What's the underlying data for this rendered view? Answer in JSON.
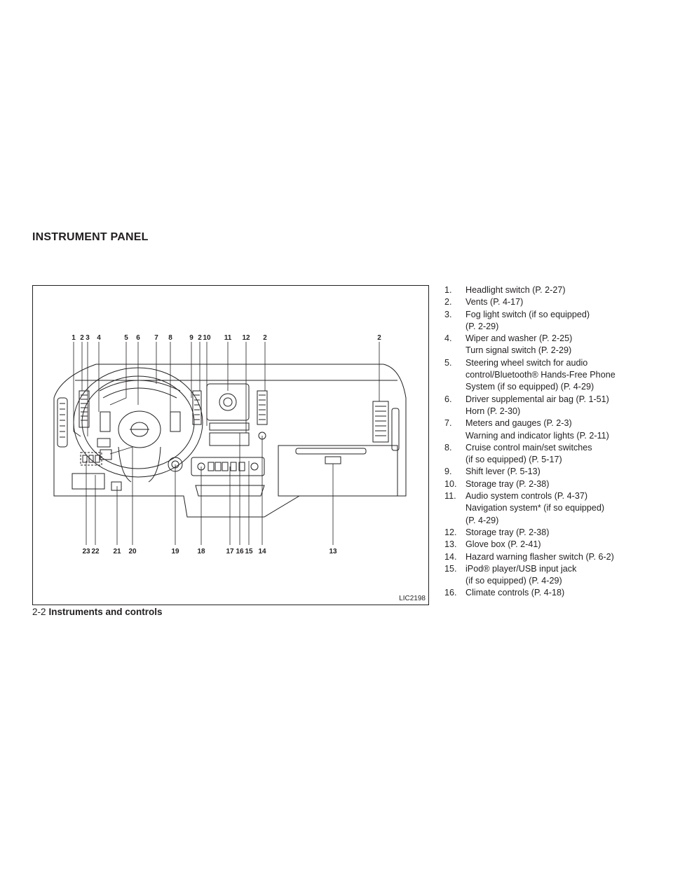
{
  "section_title": "INSTRUMENT PANEL",
  "figure": {
    "code": "LIC2198",
    "top_callouts": [
      "1",
      "2",
      "3",
      "4",
      "5",
      "6",
      "7",
      "8",
      "9",
      "2",
      "10",
      "11",
      "12",
      "2",
      "2"
    ],
    "bottom_callouts": [
      "23",
      "22",
      "21",
      "20",
      "19",
      "18",
      "17",
      "16",
      "15",
      "14",
      "13"
    ]
  },
  "items": [
    {
      "num": "1.",
      "lines": [
        "Headlight switch (P. 2-27)"
      ]
    },
    {
      "num": "2.",
      "lines": [
        "Vents (P. 4-17)"
      ]
    },
    {
      "num": "3.",
      "lines": [
        "Fog light switch (if so equipped)",
        "(P. 2-29)"
      ]
    },
    {
      "num": "4.",
      "lines": [
        "Wiper and washer (P. 2-25)",
        "Turn signal switch (P. 2-29)"
      ]
    },
    {
      "num": "5.",
      "lines": [
        "Steering wheel switch for audio",
        "control/Bluetooth® Hands-Free Phone",
        "System (if so equipped) (P. 4-29)"
      ]
    },
    {
      "num": "6.",
      "lines": [
        "Driver supplemental air bag (P. 1-51)",
        "Horn (P. 2-30)"
      ]
    },
    {
      "num": "7.",
      "lines": [
        "Meters and gauges (P. 2-3)",
        "Warning and indicator lights (P. 2-11)"
      ]
    },
    {
      "num": "8.",
      "lines": [
        "Cruise control main/set switches",
        "(if so equipped) (P. 5-17)"
      ]
    },
    {
      "num": "9.",
      "lines": [
        "Shift lever (P. 5-13)"
      ]
    },
    {
      "num": "10.",
      "lines": [
        "Storage tray (P. 2-38)"
      ]
    },
    {
      "num": "11.",
      "lines": [
        "Audio system controls (P. 4-37)",
        "Navigation system* (if so equipped)",
        "(P. 4-29)"
      ]
    },
    {
      "num": "12.",
      "lines": [
        "Storage tray (P. 2-38)"
      ]
    },
    {
      "num": "13.",
      "lines": [
        "Glove box (P. 2-41)"
      ]
    },
    {
      "num": "14.",
      "lines": [
        "Hazard warning flasher switch (P. 6-2)"
      ]
    },
    {
      "num": "15.",
      "lines": [
        "iPod® player/USB input jack",
        "(if so equipped) (P. 4-29)"
      ]
    },
    {
      "num": "16.",
      "lines": [
        "Climate controls (P. 4-18)"
      ]
    }
  ],
  "footer": {
    "page": "2-2",
    "section": "Instruments and controls"
  }
}
